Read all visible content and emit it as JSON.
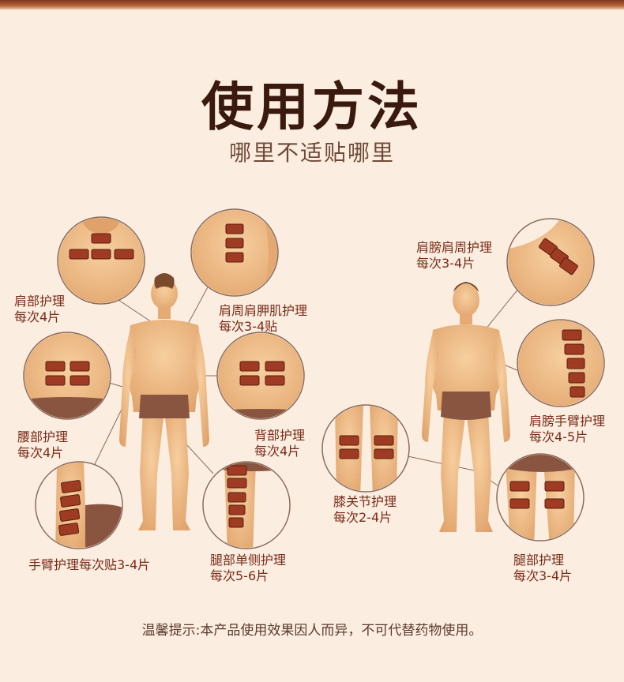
{
  "title": "使用方法",
  "subtitle": "哪里不适贴哪里",
  "labels": {
    "shoulder": [
      "肩部护理",
      "每次4片"
    ],
    "shoulder_blade": [
      "肩周肩胛肌护理",
      "每次3-4贴"
    ],
    "waist": [
      "腰部护理",
      "每次4片"
    ],
    "back": [
      "背部护理",
      "每次4片"
    ],
    "arm": [
      "手臂护理每次贴3-4片"
    ],
    "leg_single": [
      "腿部单侧护理",
      "每次5-6片"
    ],
    "shoulder_periarthritis": [
      "肩膀肩周护理",
      "每次3-4片"
    ],
    "shoulder_arm": [
      "肩膀手臂护理",
      "每次4-5片"
    ],
    "knee": [
      "膝关节护理",
      "每次2-4片"
    ],
    "leg": [
      "腿部护理",
      "每次3-4片"
    ]
  },
  "note": "温馨提示:本产品使用效果因人而异，不可代替药物使用。",
  "colors": {
    "background": "#fbeee1",
    "title": "#3a1a0e",
    "label": "#7a2a18",
    "skin": "#f1c08f",
    "skin_shade": "#d99a62",
    "patch": "#9e3b22",
    "shorts": "#8a5540"
  }
}
